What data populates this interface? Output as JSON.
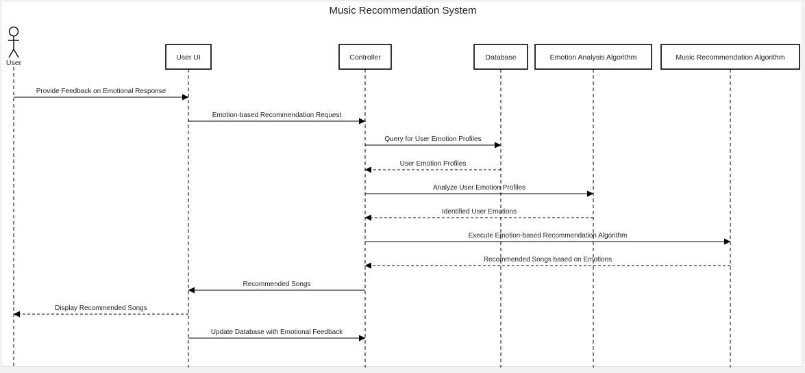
{
  "diagram": {
    "title": "Music Recommendation System",
    "participants": [
      {
        "id": "user",
        "label": "User",
        "kind": "actor"
      },
      {
        "id": "ui",
        "label": "User UI",
        "kind": "box"
      },
      {
        "id": "controller",
        "label": "Controller",
        "kind": "box"
      },
      {
        "id": "database",
        "label": "Database",
        "kind": "box"
      },
      {
        "id": "emotion",
        "label": "Emotion Analysis Algorithm",
        "kind": "box"
      },
      {
        "id": "music",
        "label": "Music Recommendation Algorithm",
        "kind": "box"
      }
    ],
    "messages": [
      {
        "from": "user",
        "to": "ui",
        "label": "Provide Feedback on Emotional Response",
        "style": "solid"
      },
      {
        "from": "ui",
        "to": "controller",
        "label": "Emotion-based Recommendation Request",
        "style": "solid"
      },
      {
        "from": "controller",
        "to": "database",
        "label": "Query for User Emotion Profiles",
        "style": "solid"
      },
      {
        "from": "database",
        "to": "controller",
        "label": "User Emotion Profiles",
        "style": "dashed"
      },
      {
        "from": "controller",
        "to": "emotion",
        "label": "Analyze User Emotion Profiles",
        "style": "solid"
      },
      {
        "from": "emotion",
        "to": "controller",
        "label": "Identified User Emotions",
        "style": "dashed"
      },
      {
        "from": "controller",
        "to": "music",
        "label": "Execute Emotion-based Recommendation Algorithm",
        "style": "solid"
      },
      {
        "from": "music",
        "to": "controller",
        "label": "Recommended Songs based on Emotions",
        "style": "dashed"
      },
      {
        "from": "controller",
        "to": "ui",
        "label": "Recommended Songs",
        "style": "solid"
      },
      {
        "from": "ui",
        "to": "user",
        "label": "Display Recommended Songs",
        "style": "dashed"
      },
      {
        "from": "ui",
        "to": "controller",
        "label": "Update Database with Emotional Feedback",
        "style": "solid"
      }
    ]
  }
}
